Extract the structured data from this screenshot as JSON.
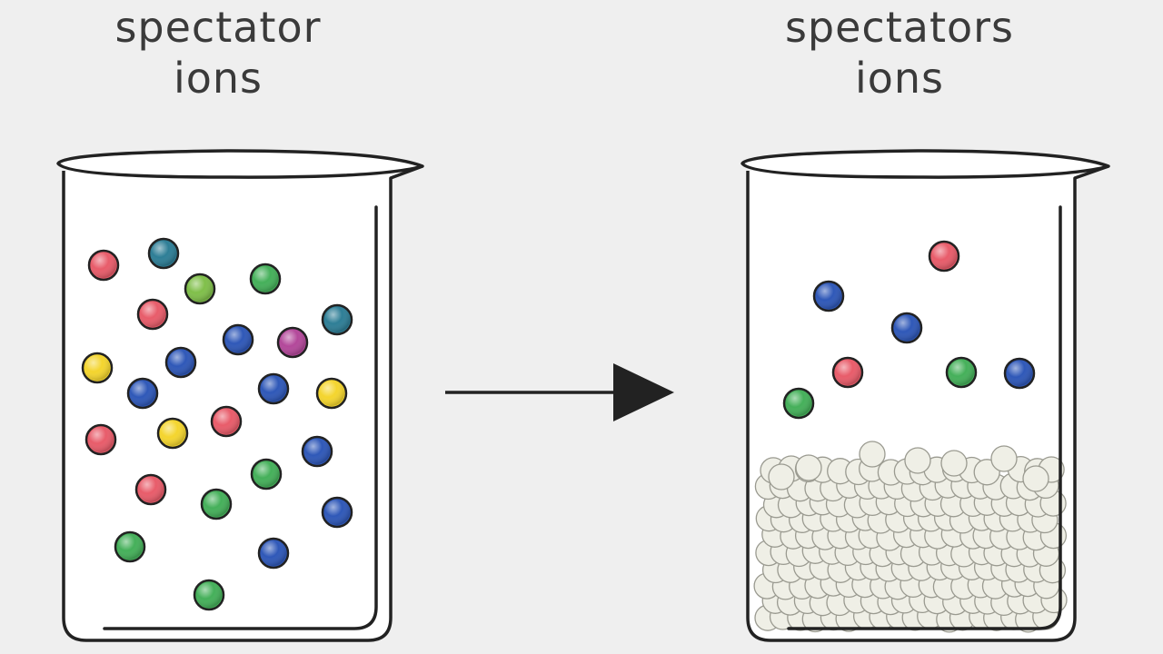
{
  "left_beaker": {
    "title_line1": "spectator",
    "title_line2": "ions",
    "ion_colors": [
      "#e85c6a",
      "#2e7e96",
      "#80bf4a",
      "#45b05a",
      "#2f58b8",
      "#b3489a",
      "#f4d52e"
    ]
  },
  "right_beaker": {
    "title_line1": "spectators",
    "title_line2": "ions",
    "precipitate_color": "#efefe6"
  },
  "colors": {
    "red_ion": "#e85c6a",
    "teal_ion": "#2e7e96",
    "lime_ion": "#80bf4a",
    "green_ion": "#45b05a",
    "blue_ion": "#2f58b8",
    "purple_ion": "#b3489a",
    "yellow_ion": "#f4d52e",
    "outline": "#222222"
  }
}
